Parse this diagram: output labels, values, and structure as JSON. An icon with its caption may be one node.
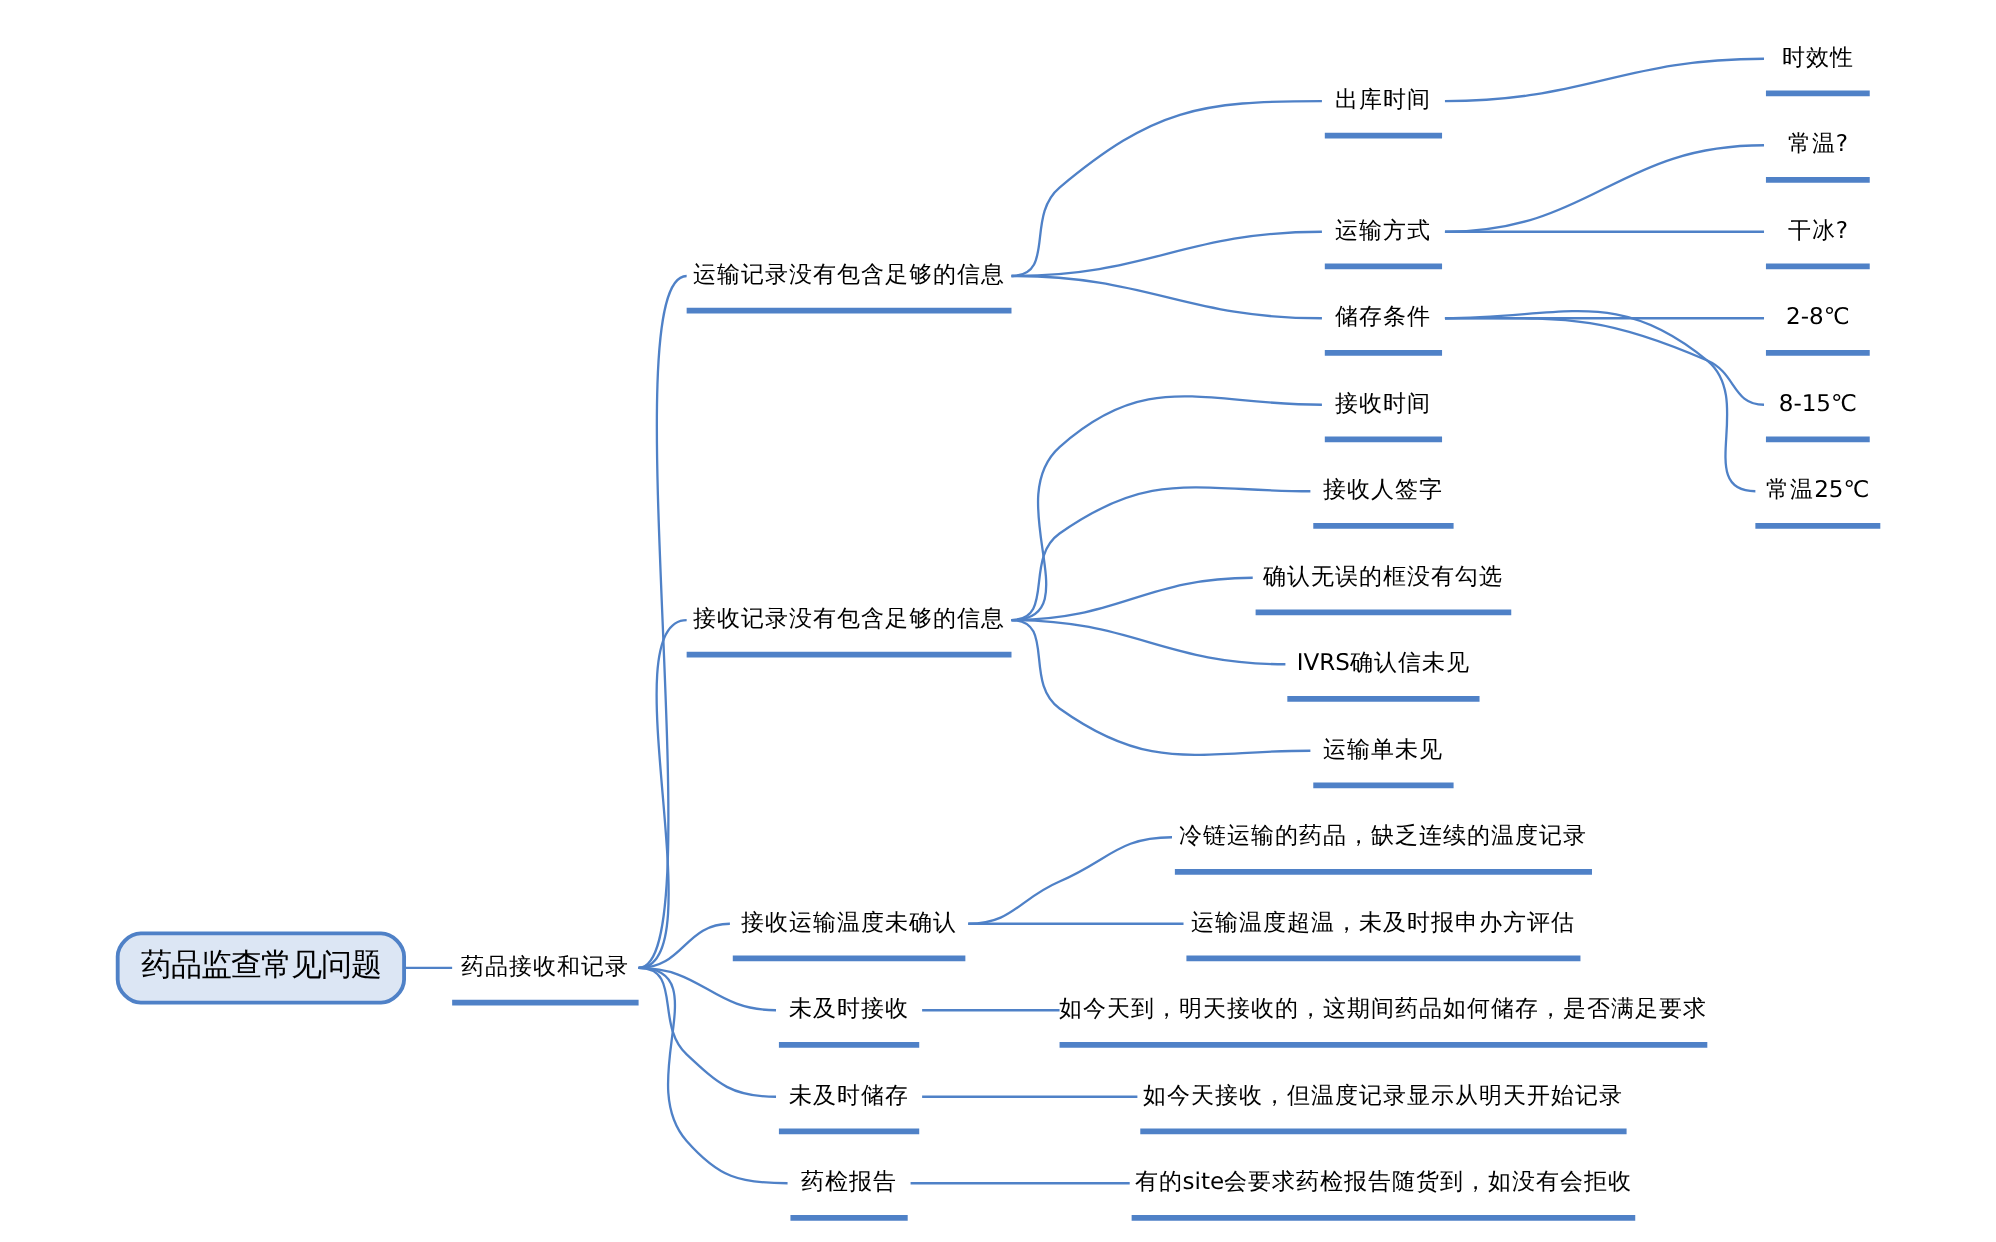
{
  "diagram": {
    "nodes": [
      {
        "text": [
          "药品监查常见问题"
        ]
      },
      {
        "text": [
          "药品接收和记录"
        ]
      },
      {
        "text": [
          "运输记录没有包含足够的信息"
        ]
      },
      {
        "text": [
          "出库时间"
        ]
      },
      {
        "text": [
          "时效性"
        ]
      },
      {
        "text": [
          "运输方式"
        ]
      },
      {
        "text": [
          "常温?"
        ]
      },
      {
        "text": [
          "干冰?"
        ]
      },
      {
        "text": [
          "储存条件"
        ]
      },
      {
        "text": [
          "2-8℃"
        ]
      },
      {
        "text": [
          "8-15℃"
        ]
      },
      {
        "text": [
          "常温25℃"
        ]
      },
      {
        "text": [
          "接收记录没有包含足够的信息"
        ]
      },
      {
        "text": [
          "接收时间"
        ]
      },
      {
        "text": [
          "接收人签字"
        ]
      },
      {
        "text": [
          "确认无误的框没有勾选"
        ]
      },
      {
        "text": [
          "IVRS确认信未见"
        ]
      },
      {
        "text": [
          "运输单未见"
        ]
      },
      {
        "text": [
          "接收运输温度未确认"
        ]
      },
      {
        "text": [
          "冷链运输的药品，缺乏连续的温度记录"
        ]
      },
      {
        "text": [
          "运输温度超温，未及时报申办方评估"
        ]
      },
      {
        "text": [
          "未及时接收"
        ]
      },
      {
        "text": [
          "如今天到，明天接收的，这期间药品如何储存，是否满足要求"
        ]
      },
      {
        "text": [
          "未及时储存"
        ]
      },
      {
        "text": [
          "如今天接收，但温度记录显示从明天开始记录"
        ]
      },
      {
        "text": [
          "药检报告"
        ]
      },
      {
        "text": [
          "有的site会要求药检报告随货到，如没有会拒收"
        ]
      }
    ],
    "edges": [
      {
        "from": 0,
        "to": 1,
        "arrow": "none"
      },
      {
        "from": 1,
        "to": 2,
        "arrow": "none"
      },
      {
        "from": 2,
        "to": 3,
        "arrow": "none"
      },
      {
        "from": 3,
        "to": 4,
        "arrow": "none"
      },
      {
        "from": 2,
        "to": 5,
        "arrow": "none"
      },
      {
        "from": 5,
        "to": 6,
        "arrow": "none"
      },
      {
        "from": 5,
        "to": 7,
        "arrow": "none"
      },
      {
        "from": 2,
        "to": 8,
        "arrow": "none"
      },
      {
        "from": 8,
        "to": 9,
        "arrow": "none"
      },
      {
        "from": 8,
        "to": 10,
        "arrow": "none"
      },
      {
        "from": 8,
        "to": 11,
        "arrow": "none"
      },
      {
        "from": 1,
        "to": 12,
        "arrow": "none"
      },
      {
        "from": 12,
        "to": 13,
        "arrow": "none"
      },
      {
        "from": 12,
        "to": 14,
        "arrow": "none"
      },
      {
        "from": 12,
        "to": 15,
        "arrow": "none"
      },
      {
        "from": 12,
        "to": 16,
        "arrow": "none"
      },
      {
        "from": 12,
        "to": 17,
        "arrow": "none"
      },
      {
        "from": 1,
        "to": 18,
        "arrow": "none"
      },
      {
        "from": 18,
        "to": 19,
        "arrow": "none"
      },
      {
        "from": 18,
        "to": 20,
        "arrow": "none"
      },
      {
        "from": 1,
        "to": 21,
        "arrow": "none"
      },
      {
        "from": 21,
        "to": 22,
        "arrow": "none"
      },
      {
        "from": 1,
        "to": 23,
        "arrow": "none"
      },
      {
        "from": 23,
        "to": 24,
        "arrow": "none"
      },
      {
        "from": 1,
        "to": 25,
        "arrow": "none"
      },
      {
        "from": 25,
        "to": 26,
        "arrow": "none"
      }
    ]
  }
}
